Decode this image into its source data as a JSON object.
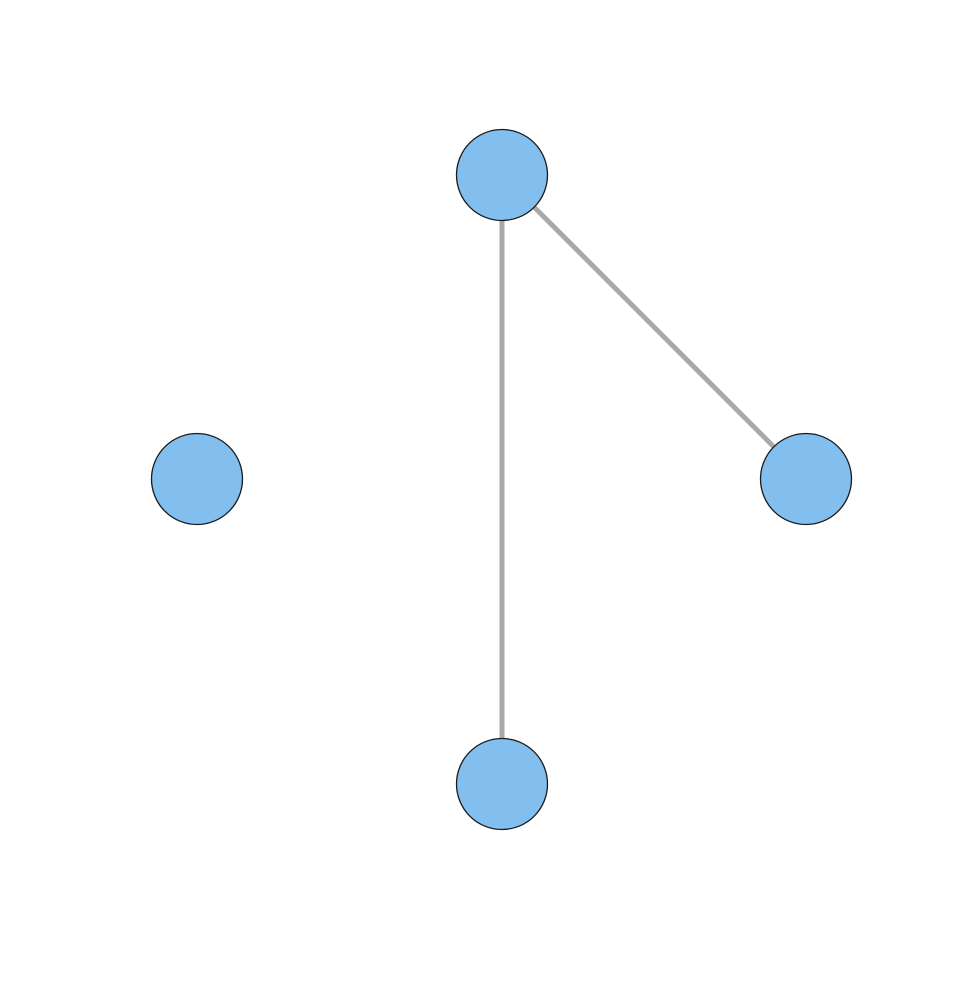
{
  "graph": {
    "directed": false,
    "nodes": [
      {
        "id": "node-top",
        "color": "#82bfef"
      },
      {
        "id": "node-left",
        "color": "#82bfef"
      },
      {
        "id": "node-right",
        "color": "#82bfef"
      },
      {
        "id": "node-bottom",
        "color": "#82bfef"
      }
    ],
    "edges": [
      {
        "source": "node-top",
        "target": "node-right"
      },
      {
        "source": "node-top",
        "target": "node-bottom"
      }
    ],
    "edge_color": "#a9a9a9",
    "node_border_color": "#1a1a1a",
    "background": "#ffffff"
  }
}
